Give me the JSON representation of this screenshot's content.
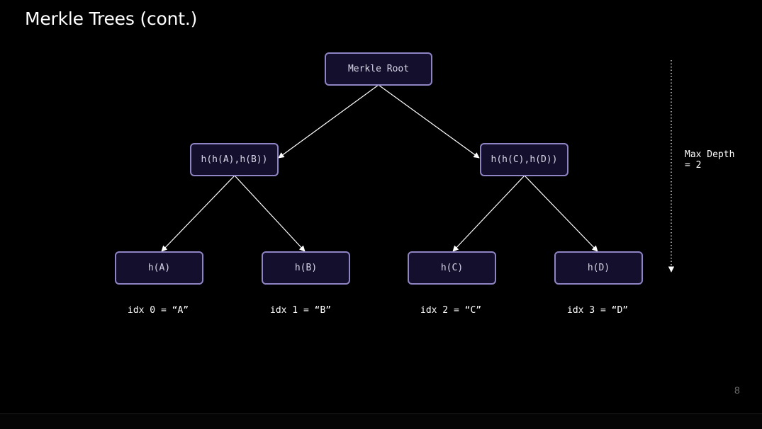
{
  "slide": {
    "title": "Merkle Trees (cont.)",
    "page_number": "8"
  },
  "tree": {
    "root": {
      "label": "Merkle Root"
    },
    "level1": [
      {
        "label": "h(h(A),h(B))"
      },
      {
        "label": "h(h(C),h(D))"
      }
    ],
    "leaves": [
      {
        "label": "h(A)",
        "caption": "idx 0 = “A”"
      },
      {
        "label": "h(B)",
        "caption": "idx 1 = “B”"
      },
      {
        "label": "h(C)",
        "caption": "idx 2 = “C”"
      },
      {
        "label": "h(D)",
        "caption": "idx 3 = “D”"
      }
    ]
  },
  "depth_indicator": {
    "line1": "Max Depth",
    "line2": "= 2"
  },
  "colors": {
    "background": "#000000",
    "node_fill": "#140f2c",
    "node_border": "#8e84c4",
    "edge": "#ffffff"
  }
}
